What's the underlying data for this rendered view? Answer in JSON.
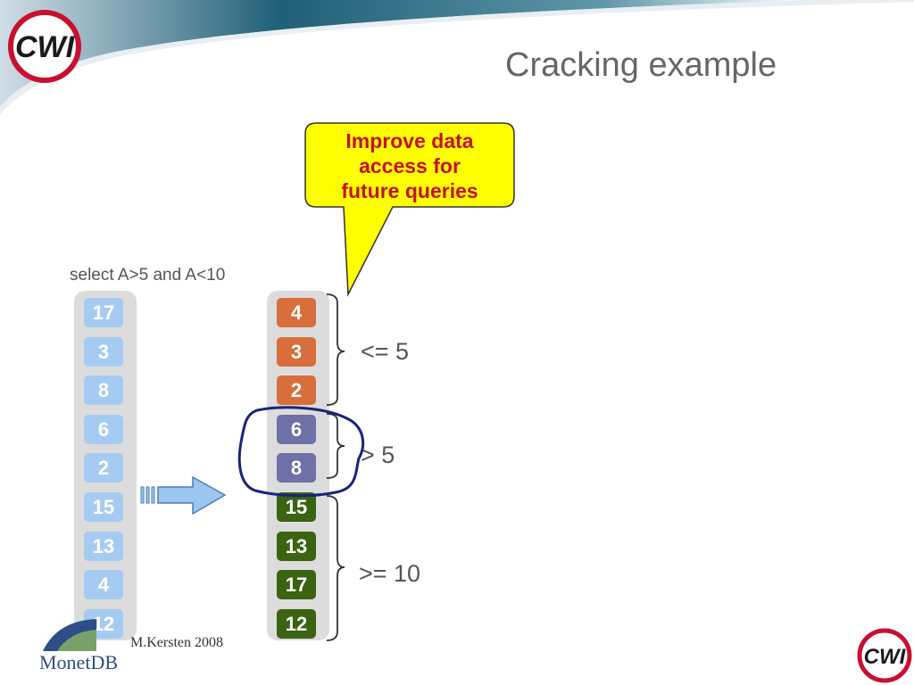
{
  "slide": {
    "title": "Cracking example",
    "callout": [
      "Improve data",
      "access for",
      "future queries"
    ],
    "query": "select A>5 and A<10",
    "footer": "M.Kersten 2008",
    "logo_text": "CWI",
    "monetdb_logo_text": "MonetDB"
  },
  "original_column": {
    "values": [
      "17",
      "3",
      "8",
      "6",
      "2",
      "15",
      "13",
      "4",
      "12"
    ]
  },
  "cracked_column": {
    "values": [
      "4",
      "3",
      "2",
      "6",
      "8",
      "15",
      "13",
      "17",
      "12"
    ],
    "groups": [
      "low",
      "low",
      "low",
      "mid",
      "mid",
      "high",
      "high",
      "high",
      "high"
    ]
  },
  "ranges": {
    "low": "<= 5",
    "mid": "> 5",
    "high": ">= 10"
  },
  "colors": {
    "original": "#a6cbf2",
    "low": "#d96e3d",
    "mid": "#6e70a8",
    "high": "#3a6312",
    "callout_fill": "#ffff00",
    "callout_text": "#c8102e",
    "selection_ring": "#1a237e"
  }
}
